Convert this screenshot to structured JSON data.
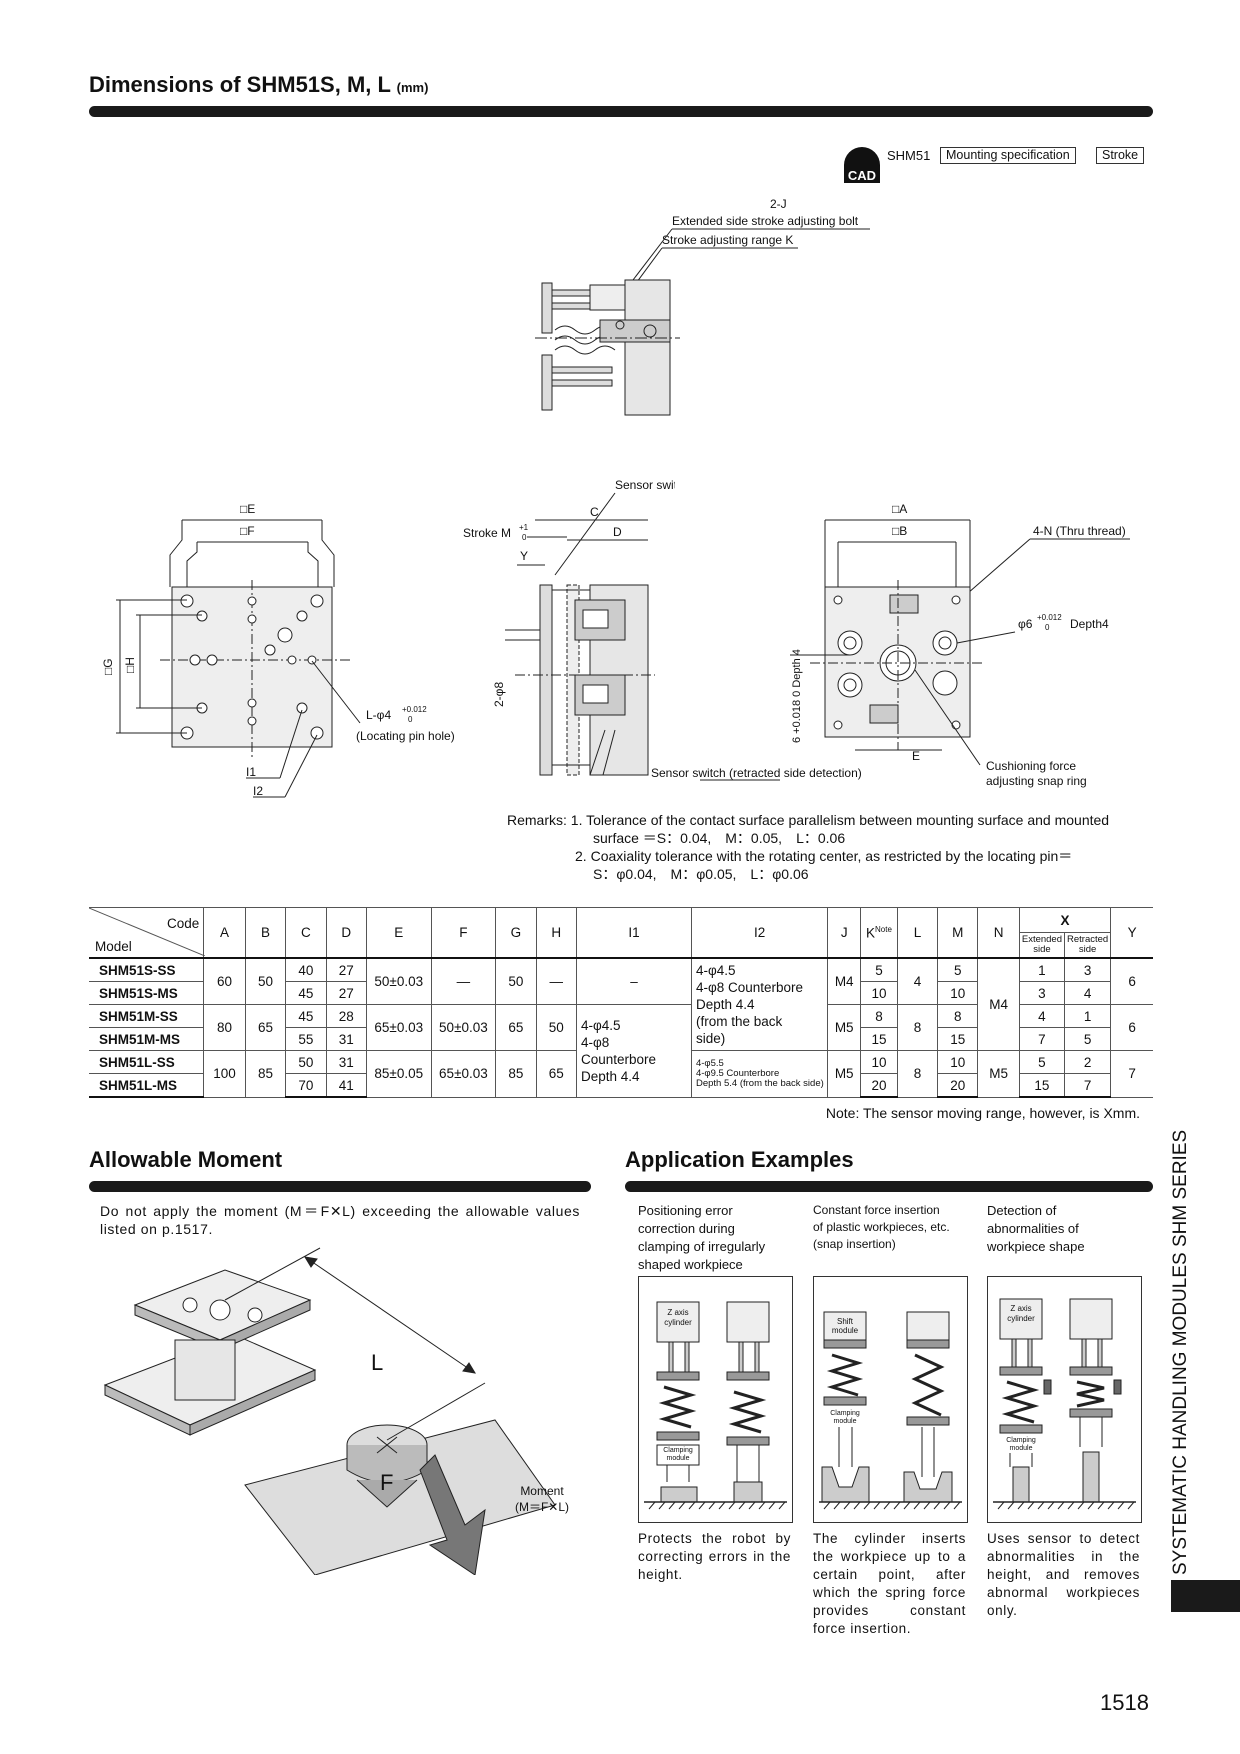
{
  "header": {
    "title": "Dimensions of SHM51S, M, L",
    "unit": "(mm)"
  },
  "cad": {
    "badge": "CAD",
    "model": "SHM51",
    "label1": "Mounting specification",
    "label2": "Stroke"
  },
  "top_view": {
    "label_j": "2-J",
    "label_bolt": "Extended side stroke adjusting bolt",
    "label_range": "Stroke adjusting range K"
  },
  "left_view": {
    "e": "□E",
    "f": "□F",
    "g": "□G",
    "h": "□H",
    "pin": "L-φ4",
    "pin_tol_upper": "+0.012",
    "pin_tol_lower": "0",
    "pin_note": "(Locating pin hole)",
    "i1": "I1",
    "i2": "I2"
  },
  "mid_view": {
    "sensor_ext": "Sensor switch (extended side detection)",
    "c": "C",
    "d": "D",
    "stroke": "Stroke M",
    "stroke_tol_upper": "+1",
    "stroke_tol_lower": "0",
    "y": "Y",
    "phi8": "2-φ8",
    "sensor_ret": "Sensor switch (retracted side detection)"
  },
  "right_view": {
    "a": "□A",
    "b": "□B",
    "thru": "4-N (Thru thread)",
    "phi6": "φ6",
    "phi6_tol_upper": "+0.012",
    "phi6_tol_lower": "0",
    "phi6_depth": "Depth4",
    "depth_v": "6 +0.018 0 Depth 4",
    "e": "E",
    "snap1": "Cushioning force",
    "snap2": "adjusting snap ring"
  },
  "remarks": {
    "label": "Remarks: 1.",
    "r1a": "Tolerance of the contact surface parallelism between mounting surface and mounted",
    "r1b": "surface ＝S：0.04,　M：0.05,　L：0.06",
    "r2num": "2.",
    "r2a": "Coaxiality tolerance with the rotating center, as restricted by the locating pin＝",
    "r2b": "S：φ0.04,　M：φ0.05,　L：φ0.06"
  },
  "table": {
    "h_code": "Code",
    "h_model": "Model",
    "h_a": "A",
    "h_b": "B",
    "h_c": "C",
    "h_d": "D",
    "h_e": "E",
    "h_f": "F",
    "h_g": "G",
    "h_h": "H",
    "h_i1": "I1",
    "h_i2": "I2",
    "h_j": "J",
    "h_k": "K",
    "h_k_note": "Note",
    "h_l": "L",
    "h_m": "M",
    "h_n": "N",
    "h_x": "X",
    "h_x_ext1": "Extended",
    "h_x_ext2": "side",
    "h_x_ret1": "Retracted",
    "h_x_ret2": "side",
    "h_y": "Y",
    "models": [
      "SHM51S-SS",
      "SHM51S-MS",
      "SHM51M-SS",
      "SHM51M-MS",
      "SHM51L-SS",
      "SHM51L-MS"
    ],
    "a": [
      "60",
      "80",
      "100"
    ],
    "b": [
      "50",
      "65",
      "85"
    ],
    "c": [
      "40",
      "45",
      "45",
      "55",
      "50",
      "70"
    ],
    "d": [
      "27",
      "27",
      "28",
      "31",
      "31",
      "41"
    ],
    "e": [
      "50±0.03",
      "65±0.03",
      "85±0.05"
    ],
    "f": [
      "—",
      "50±0.03",
      "65±0.03"
    ],
    "g": [
      "50",
      "65",
      "85"
    ],
    "h": [
      "—",
      "50",
      "65"
    ],
    "i1_s": "–",
    "i1_ml": [
      "4-φ4.5",
      "4-φ8",
      "Counterbore",
      "Depth 4.4"
    ],
    "i2_sm": [
      "4-φ4.5",
      "4-φ8 Counterbore",
      "Depth 4.4",
      "(from the back",
      "side)"
    ],
    "i2_l": [
      "4-φ5.5",
      "4-φ9.5 Counterbore",
      "Depth 5.4 (from the back side)"
    ],
    "j": [
      "M4",
      "M5",
      "M5"
    ],
    "k": [
      "5",
      "10",
      "8",
      "15",
      "10",
      "20"
    ],
    "l": [
      "4",
      "8",
      "8"
    ],
    "m": [
      "5",
      "10",
      "8",
      "15",
      "10",
      "20"
    ],
    "n": [
      "M4",
      "M5"
    ],
    "x_ext": [
      "1",
      "3",
      "4",
      "7",
      "5",
      "15"
    ],
    "x_ret": [
      "3",
      "4",
      "1",
      "5",
      "2",
      "7"
    ],
    "y": [
      "6",
      "6",
      "7"
    ],
    "note": "Note: The sensor moving range, however, is Xmm."
  },
  "moment": {
    "title": "Allowable Moment",
    "text": "Do not apply the moment (M＝F✕L) exceeding the allowable values listed on p.1517.",
    "l": "L",
    "f": "F",
    "moment1": "Moment",
    "moment2": "(M＝F✕L)"
  },
  "apps": {
    "title": "Application Examples",
    "col1_head": [
      "Positioning error",
      "correction during",
      "clamping of irregularly",
      "shaped workpiece"
    ],
    "col2_head": [
      "Constant force insertion",
      "of plastic workpieces, etc.",
      "(snap insertion)"
    ],
    "col3_head": [
      "Detection of",
      "abnormalities of",
      "workpiece shape"
    ],
    "z_axis": "Z axis",
    "cylinder": "cylinder",
    "shift": "Shift",
    "module": "module",
    "clamping": "Clamping",
    "col1_text": "Protects the robot by correcting errors in the height.",
    "col2_text": "The cylinder inserts the workpiece up to a certain point, after which the spring force provides constant force insertion.",
    "col3_text": "Uses sensor to detect abnormalities in the height, and removes abnormal workpieces only."
  },
  "side_tab": "SYSTEMATIC HANDLING MODULES SHM SERIES",
  "page_number": "1518"
}
